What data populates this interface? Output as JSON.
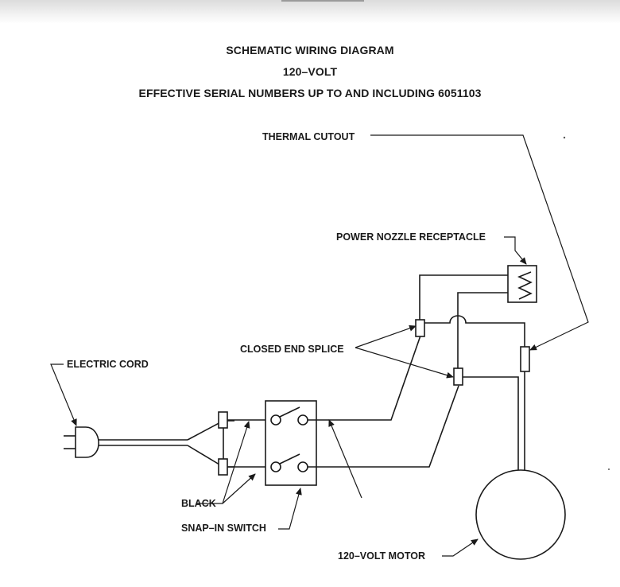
{
  "title": {
    "line1": "SCHEMATIC WIRING DIAGRAM",
    "line2": "120–VOLT",
    "line3": "EFFECTIVE SERIAL NUMBERS UP TO AND INCLUDING 6051103"
  },
  "labels": {
    "thermal_cutout": "THERMAL CUTOUT",
    "power_nozzle_receptacle": "POWER NOZZLE RECEPTACLE",
    "closed_end_splice": "CLOSED END SPLICE",
    "electric_cord": "ELECTRIC CORD",
    "black": "BLACK",
    "snap_in_switch": "SNAP–IN SWITCH",
    "motor": "120–VOLT MOTOR"
  }
}
